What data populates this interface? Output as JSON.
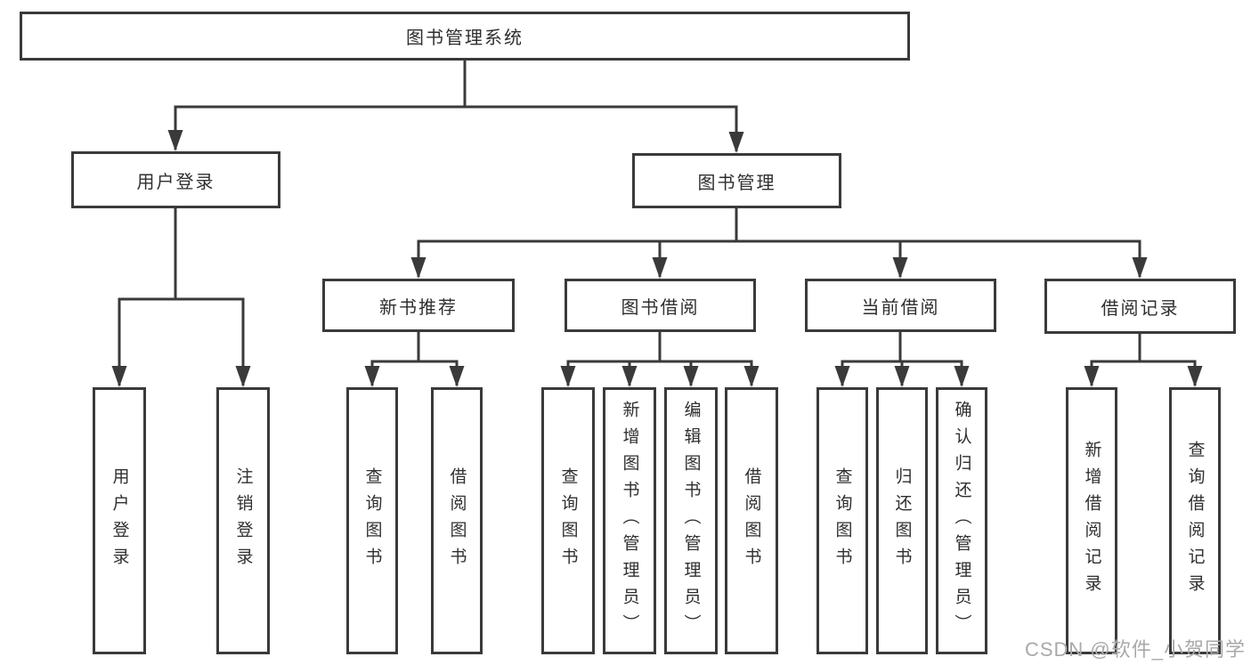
{
  "watermark": "CSDN @软件_小贺同学",
  "colors": {
    "line": "#3a3a3a",
    "border": "#3a3a3a",
    "text": "#2f2f2f",
    "watermark": "#a9a9a9",
    "bg": "#ffffff"
  },
  "tree": {
    "label": "图书管理系统",
    "children": [
      {
        "label": "用户登录",
        "children": [
          {
            "label": "用户登录"
          },
          {
            "label": "注销登录"
          }
        ]
      },
      {
        "label": "图书管理",
        "children": [
          {
            "label": "新书推荐",
            "children": [
              {
                "label": "查询图书"
              },
              {
                "label": "借阅图书"
              }
            ]
          },
          {
            "label": "图书借阅",
            "children": [
              {
                "label": "查询图书"
              },
              {
                "label": "新增图书（管理员）"
              },
              {
                "label": "编辑图书（管理员）"
              },
              {
                "label": "借阅图书"
              }
            ]
          },
          {
            "label": "当前借阅",
            "children": [
              {
                "label": "查询图书"
              },
              {
                "label": "归还图书"
              },
              {
                "label": "确认归还（管理员）"
              }
            ]
          },
          {
            "label": "借阅记录",
            "children": [
              {
                "label": "新增借阅记录"
              },
              {
                "label": "查询借阅记录"
              }
            ]
          }
        ]
      }
    ]
  }
}
